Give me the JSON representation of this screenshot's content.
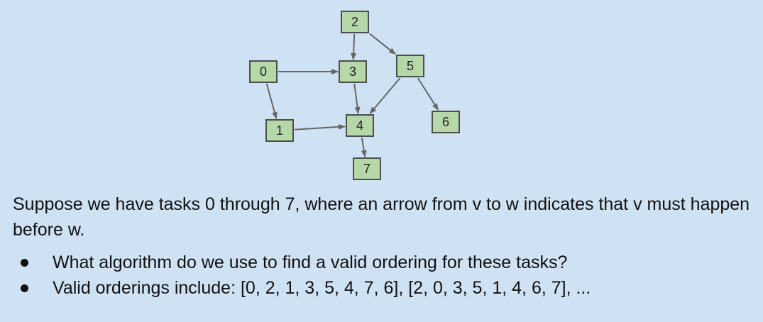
{
  "graph": {
    "nodes": [
      {
        "id": "0",
        "label": "0"
      },
      {
        "id": "1",
        "label": "1"
      },
      {
        "id": "2",
        "label": "2"
      },
      {
        "id": "3",
        "label": "3"
      },
      {
        "id": "4",
        "label": "4"
      },
      {
        "id": "5",
        "label": "5"
      },
      {
        "id": "6",
        "label": "6"
      },
      {
        "id": "7",
        "label": "7"
      }
    ],
    "edges": [
      {
        "from": "0",
        "to": "3"
      },
      {
        "from": "0",
        "to": "1"
      },
      {
        "from": "2",
        "to": "3"
      },
      {
        "from": "2",
        "to": "5"
      },
      {
        "from": "3",
        "to": "4"
      },
      {
        "from": "1",
        "to": "4"
      },
      {
        "from": "5",
        "to": "4"
      },
      {
        "from": "5",
        "to": "6"
      },
      {
        "from": "4",
        "to": "7"
      }
    ],
    "colors": {
      "node_fill": "#b6d7a8",
      "node_stroke": "#4d4d4d",
      "edge": "#666666",
      "background": "#cfe2f3"
    }
  },
  "text": {
    "intro": "Suppose we have tasks 0 through 7, where an arrow from v to w indicates that v must happen before w.",
    "bullets": [
      "What algorithm do we use to find a valid ordering for these tasks?",
      "Valid orderings include: [0, 2, 1, 3, 5, 4, 7, 6], [2, 0, 3, 5, 1, 4, 6, 7], ..."
    ]
  }
}
